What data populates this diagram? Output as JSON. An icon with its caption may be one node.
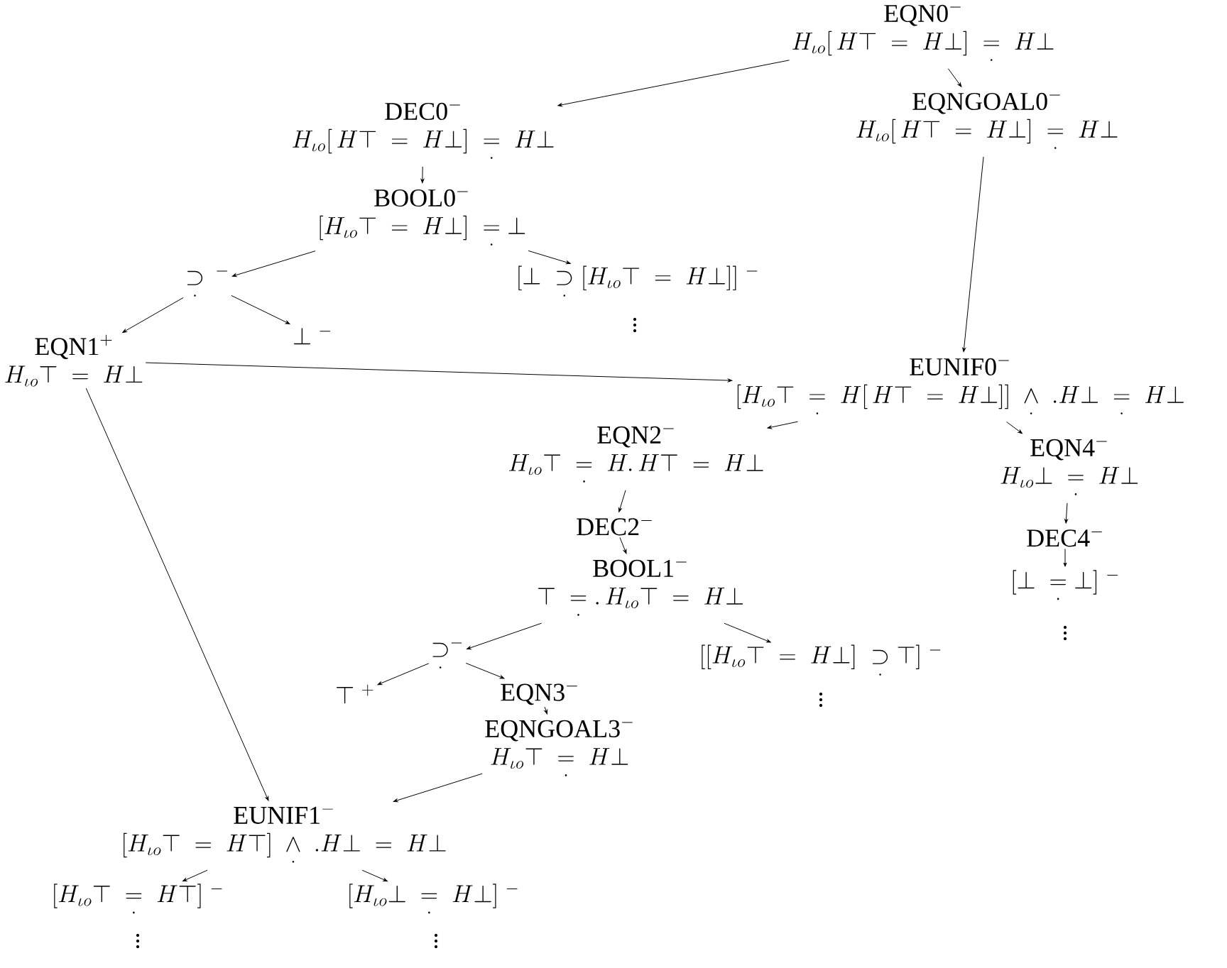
{
  "diagram": {
    "nodes": [
      {
        "text": [
          "\\mathrm{EQN0}^{-}",
          "H_{\\iota o}[\\,H\\top\\;=\\;H\\bot]\\;\\underset{\\cdot}{=}\\;H\\bot"
        ]
      },
      {
        "text": [
          "\\mathrm{DEC0}^{-}",
          "H_{\\iota o}[\\,H\\top\\;=\\;H\\bot]\\;\\underset{\\cdot}{=}\\;H\\bot"
        ]
      },
      {
        "text": [
          "\\mathrm{EQNGOAL0}^{-}",
          "H_{\\iota o}[\\,H\\top\\;=\\;H\\bot]\\;\\underset{\\cdot}{=}\\;H\\bot"
        ]
      },
      {
        "text": [
          "\\mathrm{BOOL0}^{-}",
          "[H_{\\iota o}\\top\\;=\\;H\\bot]\\;\\underset{\\cdot}{=}\\bot"
        ]
      },
      {
        "text": [
          "\\underset{\\cdot}{\\supset}\\,^{-}"
        ]
      },
      {
        "text": [
          "[\\bot\\;\\underset{\\cdot}{\\supset}[H_{\\iota o}\\top\\;=\\;H\\bot]]\\;^{-}"
        ]
      },
      {
        "text": [
          "\\mathrm{EQN1}^{+}",
          "H_{\\iota o}\\top\\;=\\;H\\bot"
        ]
      },
      {
        "text": [
          "\\bot\\;^{-}"
        ]
      },
      {
        "text": [
          "\\mathrm{EUNIF0}^{-}",
          "[H_{\\iota o}\\top\\;\\underset{\\cdot}{=}\\;H[\\,H\\top\\;=\\;H\\bot]]\\;\\underset{\\cdot}{\\wedge}\\;.H\\bot\\;\\underset{\\cdot}{=}\\;H\\bot"
        ]
      },
      {
        "text": [
          "\\mathrm{EQN2}^{-}",
          "H_{\\iota o}\\top\\;\\underset{\\cdot}{=}\\;H.\\,H\\top\\;=\\;H\\bot"
        ]
      },
      {
        "text": [
          "\\mathrm{EQN4}^{-}",
          "H_{\\iota o}\\bot\\;\\underset{\\cdot}{=}\\;H\\bot"
        ]
      },
      {
        "text": [
          "\\mathrm{DEC2}^{-}"
        ]
      },
      {
        "text": [
          "\\mathrm{DEC4}^{-}"
        ]
      },
      {
        "text": [
          "\\mathrm{BOOL1}^{-}",
          "\\top\\;\\underset{\\cdot}{=}.\\,H_{\\iota o}\\top\\;=\\;H\\bot"
        ]
      },
      {
        "text": [
          "[\\bot\\;\\underset{\\cdot}{=}\\bot]\\;^{-}"
        ]
      },
      {
        "text": [
          "\\underset{\\cdot}{\\supset}^{-}"
        ]
      },
      {
        "text": [
          "[[H_{\\iota o}\\top\\;=\\;H\\bot]\\;\\underset{\\cdot}{\\supset}\\top]\\;^{-}"
        ]
      },
      {
        "text": [
          "\\top\\;^{+}"
        ]
      },
      {
        "text": [
          "\\mathrm{EQN3}^{-}"
        ]
      },
      {
        "text": [
          "\\mathrm{EQNGOAL3}^{-}",
          "H_{\\iota o}\\top\\;\\underset{\\cdot}{=}\\;H\\bot"
        ]
      },
      {
        "text": [
          "\\mathrm{EUNIF1}^{-}",
          "[H_{\\iota o}\\top\\;=\\;H\\top]\\;\\underset{\\cdot}{\\wedge}\\;.H\\bot\\;=\\;H\\bot"
        ]
      },
      {
        "text": [
          "[H_{\\iota o}\\top\\;\\underset{\\cdot}{=}\\;H\\top]\\;^{-}"
        ]
      },
      {
        "text": [
          "[H_{\\iota o}\\bot\\;\\underset{\\cdot}{=}\\;H\\bot]\\;^{-}"
        ]
      }
    ],
    "edges": [
      {
        "from": 0,
        "to": 1,
        "arrow": "to"
      },
      {
        "from": 0,
        "to": 2,
        "arrow": "to"
      },
      {
        "from": 1,
        "to": 3,
        "arrow": "to"
      },
      {
        "from": 2,
        "to": 8,
        "arrow": "to"
      },
      {
        "from": 3,
        "to": 4,
        "arrow": "to"
      },
      {
        "from": 3,
        "to": 5,
        "arrow": "to"
      },
      {
        "from": 4,
        "to": 6,
        "arrow": "to"
      },
      {
        "from": 4,
        "to": 7,
        "arrow": "to"
      },
      {
        "from": 6,
        "to": 8,
        "arrow": "to"
      },
      {
        "from": 6,
        "to": 20,
        "arrow": "to"
      },
      {
        "from": 8,
        "to": 9,
        "arrow": "to"
      },
      {
        "from": 8,
        "to": 10,
        "arrow": "to"
      },
      {
        "from": 9,
        "to": 11,
        "arrow": "to"
      },
      {
        "from": 10,
        "to": 12,
        "arrow": "to"
      },
      {
        "from": 11,
        "to": 13,
        "arrow": "to"
      },
      {
        "from": 12,
        "to": 14,
        "arrow": "to"
      },
      {
        "from": 13,
        "to": 15,
        "arrow": "to"
      },
      {
        "from": 13,
        "to": 16,
        "arrow": "to"
      },
      {
        "from": 15,
        "to": 17,
        "arrow": "to"
      },
      {
        "from": 15,
        "to": 18,
        "arrow": "to"
      },
      {
        "from": 18,
        "to": 19,
        "arrow": "to"
      },
      {
        "from": 19,
        "to": 20,
        "arrow": "to"
      },
      {
        "from": 20,
        "to": 21,
        "arrow": "to"
      },
      {
        "from": 20,
        "to": 22,
        "arrow": "to"
      }
    ],
    "labels": [
      "\\vdots",
      "\\vdots",
      "\\vdots",
      "\\vdots",
      "\\vdots"
    ]
  }
}
